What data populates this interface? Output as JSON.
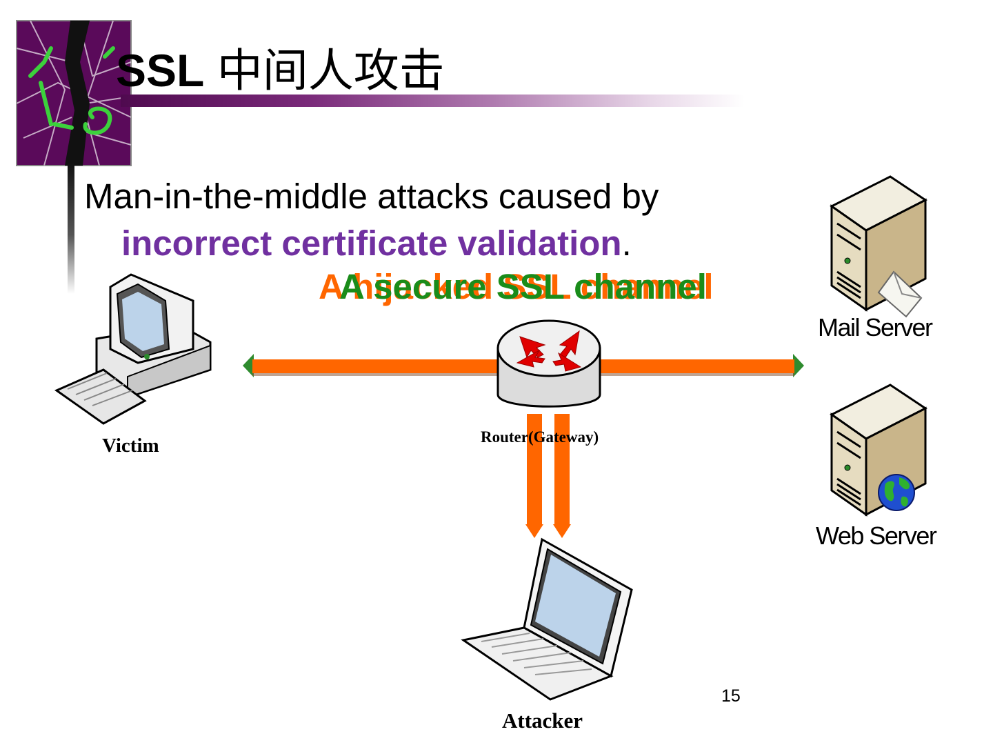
{
  "slide": {
    "title_en": "SSL",
    "title_zh": "中间人攻击",
    "body_line1": "Man-in-the-middle attacks caused by",
    "body_highlight": "incorrect certificate validation",
    "body_period": ".",
    "page_number": "15"
  },
  "diagram": {
    "channel_hijacked": "A hijacked SSL channel",
    "channel_secure": "A secure SSL channel",
    "nodes": {
      "victim": "Victim",
      "router": "Router(Gateway)",
      "attacker": "Attacker",
      "mail_server": "Mail Server",
      "web_server": "Web Server"
    },
    "icons": [
      "logo-icon",
      "desktop-computer-icon",
      "router-icon",
      "laptop-icon",
      "server-tower-icon",
      "envelope-icon",
      "globe-icon"
    ],
    "colors": {
      "title_bar": "#7a2a7a",
      "highlight": "#7030a0",
      "hijacked": "#ff6600",
      "secure": "#1a8c1a",
      "link_line": "#ff6600",
      "arrow_head": "#2e8b2e"
    }
  }
}
